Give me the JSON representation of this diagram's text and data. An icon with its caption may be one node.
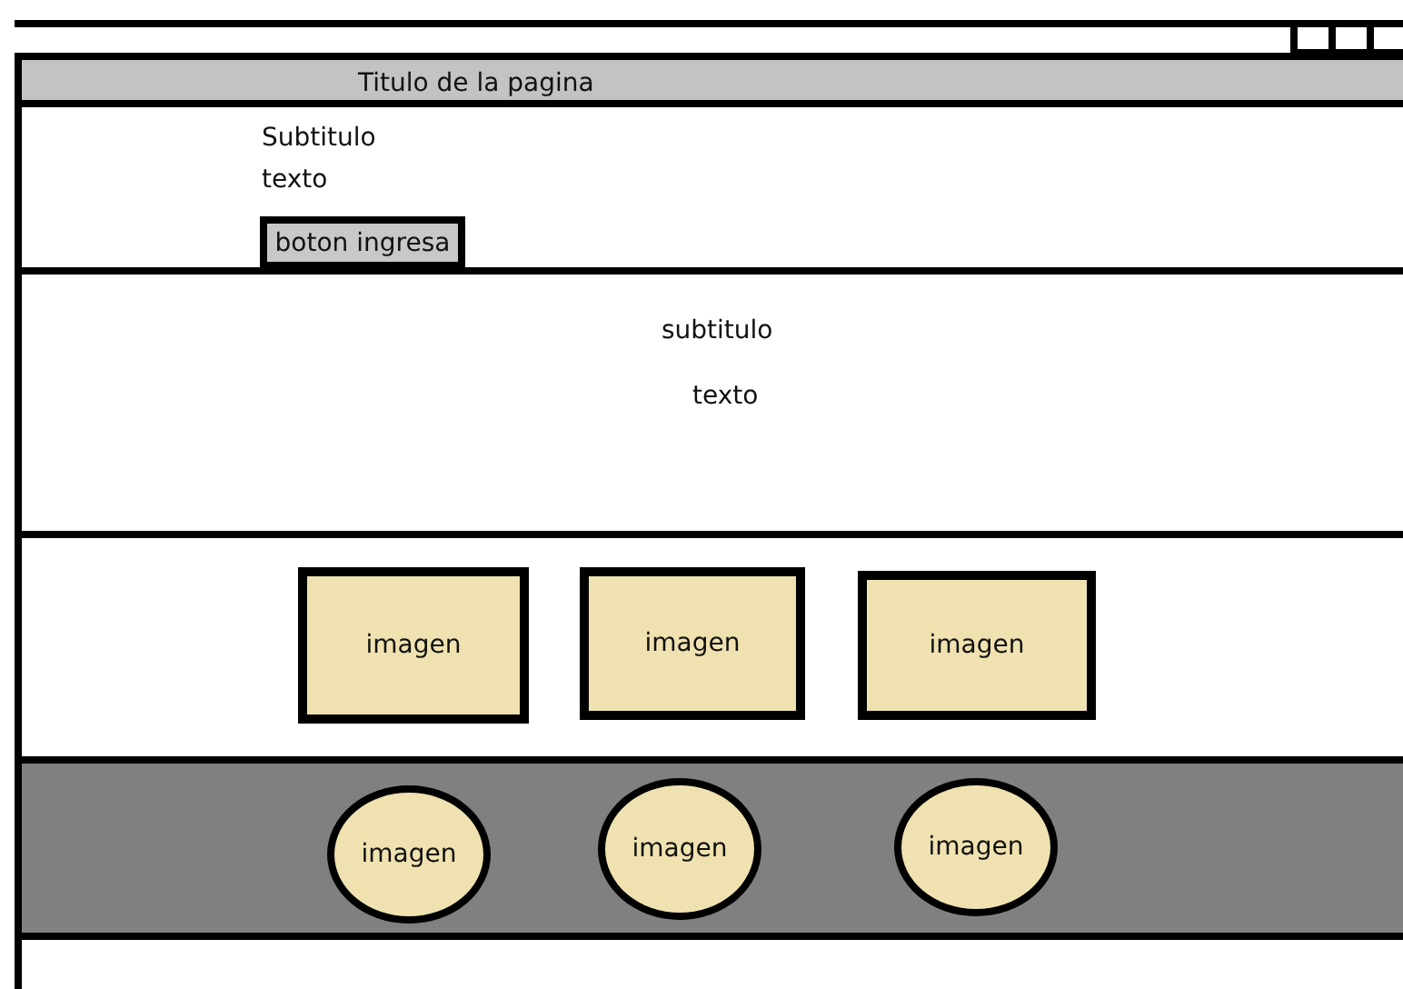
{
  "diagram": {
    "nodes": [
      {
        "text": [
          "Titulo de la pagina"
        ]
      },
      {
        "text": [
          "Subtitulo",
          "texto"
        ]
      },
      {
        "text": [
          "boton ingresa"
        ],
        "in": 1
      },
      {
        "text": [
          "subtitulo",
          "texto"
        ]
      },
      {
        "text": [],
        "shape": "box"
      },
      {
        "text": [
          "imagen"
        ],
        "in": 4
      },
      {
        "text": [
          "imagen"
        ],
        "in": 4
      },
      {
        "text": [
          "imagen"
        ],
        "in": 4
      },
      {
        "text": [],
        "shape": "box"
      },
      {
        "text": [
          "imagen"
        ],
        "in": 8
      },
      {
        "text": [
          "imagen"
        ],
        "in": 8
      },
      {
        "text": [
          "imagen"
        ],
        "in": 8
      },
      {
        "text": [],
        "shape": "box"
      }
    ]
  }
}
